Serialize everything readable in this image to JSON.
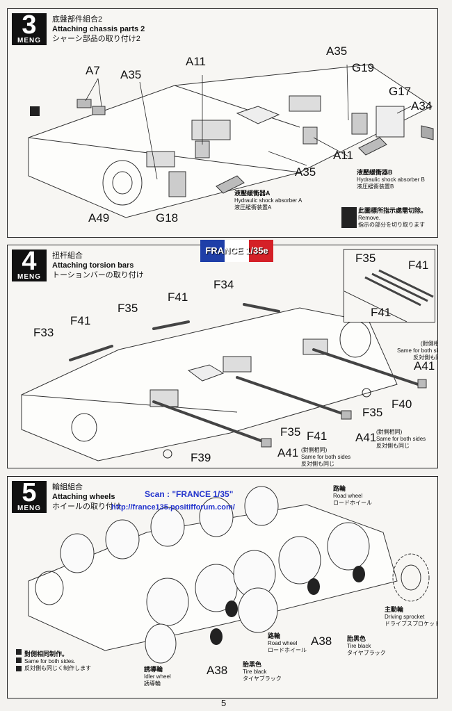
{
  "brand": "MENG",
  "page_number": "5",
  "watermark": {
    "flag_text": "FRANCE 1/35e",
    "scan": "Scan : \"FRANCE 1/35\"",
    "url": "http://france135.positifforum.com/"
  },
  "step3": {
    "number": "3",
    "title_cn": "底盤部件組合2",
    "title_en": "Attaching chassis parts 2",
    "title_jp": "シャーシ部品の取り付け2",
    "labels": [
      "A7",
      "A35",
      "A11",
      "A35",
      "G19",
      "G17",
      "A34",
      "A11",
      "A35",
      "A49",
      "G18"
    ],
    "shock_a": {
      "cn": "液壓緩衝器A",
      "en": "Hydraulic shock absorber A",
      "jp": "液圧緩衝装置A"
    },
    "shock_b": {
      "cn": "液壓緩衝器B",
      "en": "Hydraulic shock absorber B",
      "jp": "液圧緩衝装置B"
    },
    "remove": {
      "cn": "此圖標所指示處需切除。",
      "en": "Remove.",
      "jp": "指示の部分を切り取ります"
    }
  },
  "step4": {
    "number": "4",
    "title_cn": "扭杆組合",
    "title_en": "Attaching torsion bars",
    "title_jp": "トーションバーの取り付け",
    "labels": [
      "F35",
      "F41",
      "F41",
      "F34",
      "F41",
      "F35",
      "F33",
      "F41",
      "A41",
      "F40",
      "F35",
      "F35",
      "F41",
      "A41",
      "A41",
      "F39"
    ],
    "same_note": {
      "cn": "(對側相同)",
      "en": "Same for both sides",
      "jp": "反対側も同じ"
    }
  },
  "step5": {
    "number": "5",
    "title_cn": "輪組組合",
    "title_en": "Attaching wheels",
    "title_jp": "ホイールの取り付け",
    "road_top": {
      "cn": "路輪",
      "en": "Road wheel",
      "jp": "ロードホイール"
    },
    "road_bottom": {
      "cn": "路輪",
      "en": "Road wheel",
      "jp": "ロードホイール"
    },
    "sprocket": {
      "cn": "主動輪",
      "en": "Driving sprocket",
      "jp": "ドライブスプロケット"
    },
    "idler": {
      "cn": "誘導輪",
      "en": "Idler wheel",
      "jp": "誘導輪"
    },
    "tire1": {
      "cn": "胎黑色",
      "en": "Tire black",
      "jp": "タイヤブラック"
    },
    "tire2": {
      "cn": "胎黑色",
      "en": "Tire black",
      "jp": "タイヤブラック"
    },
    "labels": [
      "A38",
      "A38"
    ],
    "same_note": {
      "cn": "對側相同制作。",
      "en": "Same for both sides.",
      "jp": "反対側も同じく制作します"
    }
  }
}
